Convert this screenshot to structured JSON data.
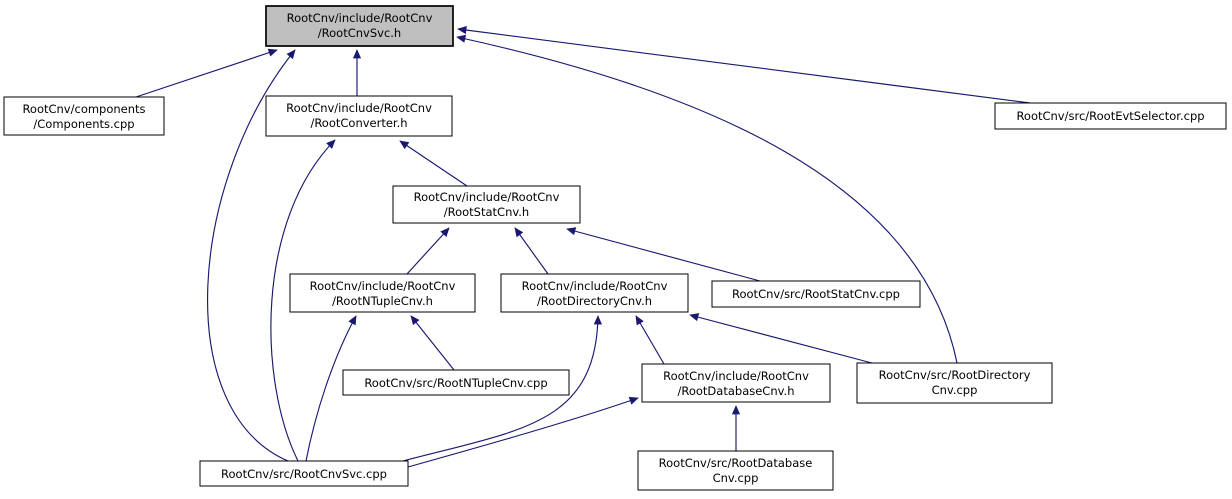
{
  "diagram": {
    "kind": "doxygen-included-by-graph",
    "edge_color": "#191970",
    "node_fill": "#ffffff",
    "node_border_color": "#000000",
    "highlight_fill": "#bfbfbf",
    "nodes": {
      "rootcnvsvc_h": {
        "line1": "RootCnv/include/RootCnv",
        "line2": "/RootCnvSvc.h",
        "highlighted": true
      },
      "components_cpp": {
        "line1": "RootCnv/components",
        "line2": "/Components.cpp"
      },
      "rootconverter_h": {
        "line1": "RootCnv/include/RootCnv",
        "line2": "/RootConverter.h"
      },
      "rootevtselector_cpp": {
        "line1": "RootCnv/src/RootEvtSelector.cpp"
      },
      "rootstatcnv_h": {
        "line1": "RootCnv/include/RootCnv",
        "line2": "/RootStatCnv.h"
      },
      "rootntuplecnv_h": {
        "line1": "RootCnv/include/RootCnv",
        "line2": "/RootNTupleCnv.h"
      },
      "rootdirectorycnv_h": {
        "line1": "RootCnv/include/RootCnv",
        "line2": "/RootDirectoryCnv.h"
      },
      "rootstatcnv_cpp": {
        "line1": "RootCnv/src/RootStatCnv.cpp"
      },
      "rootntuplecnv_cpp": {
        "line1": "RootCnv/src/RootNTupleCnv.cpp"
      },
      "rootdatabasecnv_h": {
        "line1": "RootCnv/include/RootCnv",
        "line2": "/RootDatabaseCnv.h"
      },
      "rootdirectorycnv_cpp": {
        "line1": "RootCnv/src/RootDirectory",
        "line2": "Cnv.cpp"
      },
      "rootcnvsvc_cpp": {
        "line1": "RootCnv/src/RootCnvSvc.cpp"
      },
      "rootdatabasecnv_cpp": {
        "line1": "RootCnv/src/RootDatabase",
        "line2": "Cnv.cpp"
      }
    },
    "edges": [
      {
        "from": "components_cpp",
        "to": "rootcnvsvc_h"
      },
      {
        "from": "rootconverter_h",
        "to": "rootcnvsvc_h"
      },
      {
        "from": "rootevtselector_cpp",
        "to": "rootcnvsvc_h"
      },
      {
        "from": "rootcnvsvc_cpp",
        "to": "rootcnvsvc_h"
      },
      {
        "from": "rootdirectorycnv_cpp",
        "to": "rootcnvsvc_h"
      },
      {
        "from": "rootstatcnv_h",
        "to": "rootconverter_h"
      },
      {
        "from": "rootcnvsvc_cpp",
        "to": "rootconverter_h"
      },
      {
        "from": "rootntuplecnv_h",
        "to": "rootstatcnv_h"
      },
      {
        "from": "rootdirectorycnv_h",
        "to": "rootstatcnv_h"
      },
      {
        "from": "rootstatcnv_cpp",
        "to": "rootstatcnv_h"
      },
      {
        "from": "rootntuplecnv_cpp",
        "to": "rootntuplecnv_h"
      },
      {
        "from": "rootcnvsvc_cpp",
        "to": "rootntuplecnv_h"
      },
      {
        "from": "rootdatabasecnv_h",
        "to": "rootdirectorycnv_h"
      },
      {
        "from": "rootdirectorycnv_cpp",
        "to": "rootdirectorycnv_h"
      },
      {
        "from": "rootcnvsvc_cpp",
        "to": "rootdirectorycnv_h"
      },
      {
        "from": "rootcnvsvc_cpp",
        "to": "rootdatabasecnv_h"
      },
      {
        "from": "rootdatabasecnv_cpp",
        "to": "rootdatabasecnv_h"
      }
    ]
  }
}
